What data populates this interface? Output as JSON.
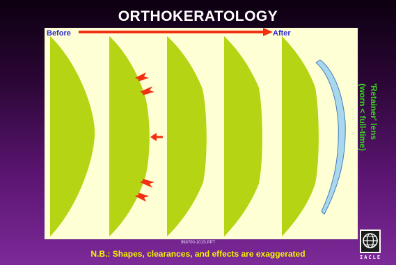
{
  "title": "ORTHOKERATOLOGY",
  "arrow": {
    "start_label": "Before",
    "end_label": "After"
  },
  "side_caption": {
    "line1": "'Retainer' lens",
    "line2": "(worn < full-time)"
  },
  "footer": "N.B.: Shapes, clearances, and effects are exaggerated",
  "reference_code": "998700-101S.PPT",
  "logo_text": "IACLE",
  "colors": {
    "background": "#3a0a48",
    "panel": "#ffffd6",
    "cornea_fill": "#b4d414",
    "arrow": "#f03010",
    "lens_fill": "#a8d8ec",
    "title": "#ffffff",
    "footer": "#f5f500",
    "caption": "#39d01f",
    "labels": "#2a2ac8"
  }
}
